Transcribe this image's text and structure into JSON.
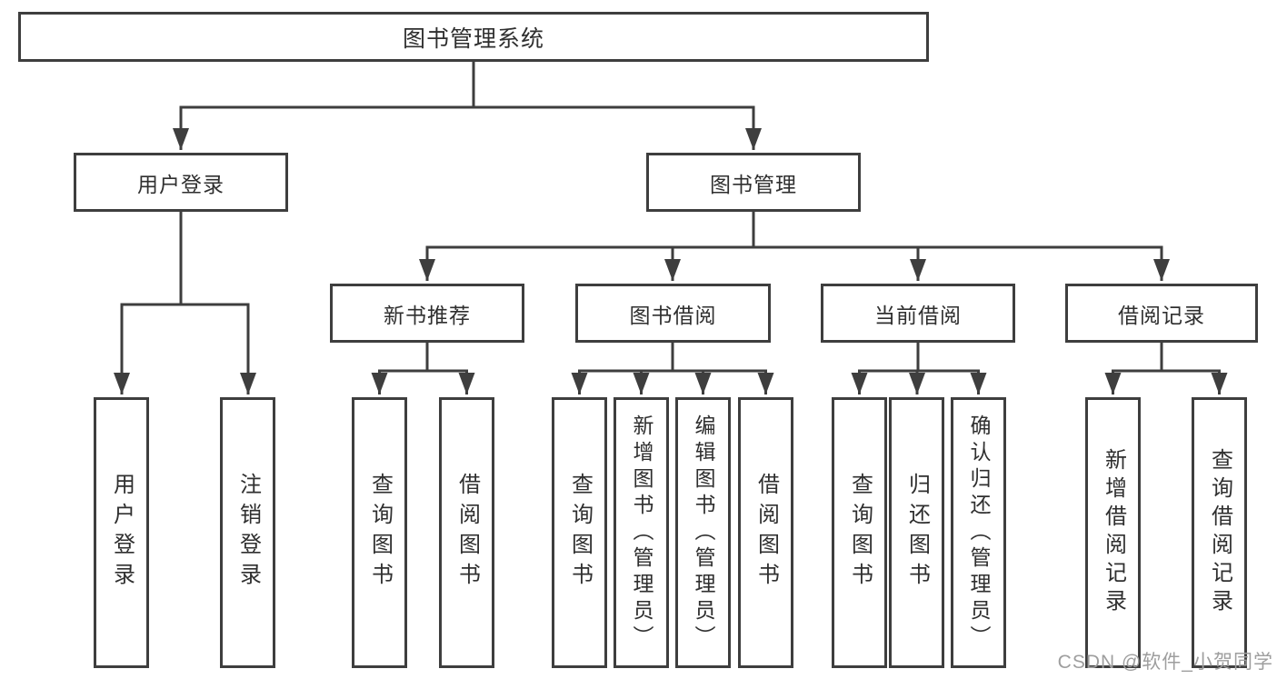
{
  "page": {
    "background": "#ffffff",
    "type": "hierarchy-diagram"
  },
  "colors": {
    "line": "#3e3e3e",
    "box_border": "#3e3e3e",
    "text": "#2f2f2f",
    "watermark": "#9e9e9e"
  },
  "watermark": {
    "text": "CSDN @软件_小贺同学"
  },
  "nodes": {
    "root": {
      "label": "图书管理系统"
    },
    "user_login": {
      "label": "用户登录"
    },
    "book_management": {
      "label": "图书管理"
    },
    "new_book_recommendation": {
      "label": "新书推荐"
    },
    "book_borrowing": {
      "label": "图书借阅"
    },
    "current_borrowing": {
      "label": "当前借阅"
    },
    "borrowing_records": {
      "label": "借阅记录"
    },
    "leaf_user_login": {
      "label": "用户登录"
    },
    "leaf_logout_login": {
      "label": "注销登录"
    },
    "leaf_query_books_recommend": {
      "label": "查询图书"
    },
    "leaf_borrow_books_recommend": {
      "label": "借阅图书"
    },
    "leaf_query_books_borrowing": {
      "label": "查询图书"
    },
    "leaf_add_books_admin": {
      "label": "新增图书（管理员）"
    },
    "leaf_edit_books_admin": {
      "label": "编辑图书（管理员）"
    },
    "leaf_borrow_books_borrowing": {
      "label": "借阅图书"
    },
    "leaf_query_books_current": {
      "label": "查询图书"
    },
    "leaf_return_books": {
      "label": "归还图书"
    },
    "leaf_confirm_return_admin": {
      "label": "确认归还（管理员）"
    },
    "leaf_add_borrow_record": {
      "label": "新增借阅记录"
    },
    "leaf_query_borrow_record": {
      "label": "查询借阅记录"
    }
  }
}
